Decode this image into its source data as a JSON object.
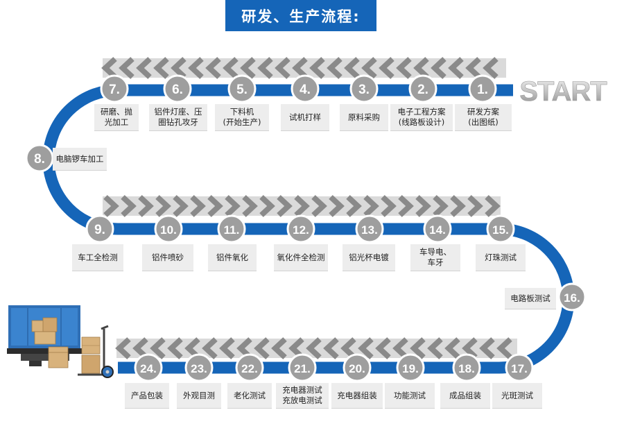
{
  "header": {
    "title": "研发、生产流程:"
  },
  "start_text": "START",
  "steps": [
    {
      "num": "1.",
      "label": "研发方案\n(出图纸)"
    },
    {
      "num": "2.",
      "label": "电子工程方案\n(线路板设计)"
    },
    {
      "num": "3.",
      "label": "原料采购"
    },
    {
      "num": "4.",
      "label": "试机打样"
    },
    {
      "num": "5.",
      "label": "下料机\n(开始生产)"
    },
    {
      "num": "6.",
      "label": "铝件灯座、压\n圈钻孔攻牙"
    },
    {
      "num": "7.",
      "label": "研磨、抛\n光加工"
    },
    {
      "num": "8.",
      "label": "电脑锣车加工"
    },
    {
      "num": "9.",
      "label": "车工全检测"
    },
    {
      "num": "10.",
      "label": "铝件喷砂"
    },
    {
      "num": "11.",
      "label": "铝件氧化"
    },
    {
      "num": "12.",
      "label": "氧化件全检测"
    },
    {
      "num": "13.",
      "label": "铝光杯电镀"
    },
    {
      "num": "14.",
      "label": "车导电、\n车牙"
    },
    {
      "num": "15.",
      "label": "灯珠测试"
    },
    {
      "num": "16.",
      "label": "电路板测试"
    },
    {
      "num": "17.",
      "label": "光斑测试"
    },
    {
      "num": "18.",
      "label": "成品组装"
    },
    {
      "num": "19.",
      "label": "功能测试"
    },
    {
      "num": "20.",
      "label": "充电器组装"
    },
    {
      "num": "21.",
      "label": "充电器测试\n充放电测试"
    },
    {
      "num": "22.",
      "label": "老化测试"
    },
    {
      "num": "23.",
      "label": "外观目测"
    },
    {
      "num": "24.",
      "label": "产品包装"
    }
  ],
  "colors": {
    "track": "#1565b8",
    "circle": "#9e9e9e",
    "chevron_dark": "#8a8a8a",
    "chevron_light": "#dadada",
    "label_bg": "#ededed",
    "header_bg": "#1565b8"
  },
  "icons": [
    "delivery-truck-icon",
    "hand-truck-icon"
  ]
}
